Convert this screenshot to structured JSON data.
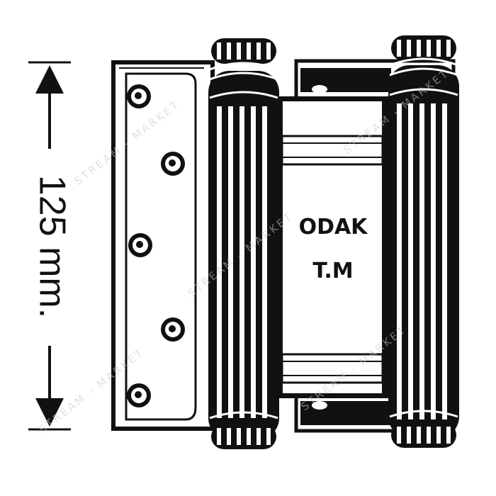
{
  "dimension": {
    "label": "125 mm."
  },
  "plate": {
    "line1": "ODAK",
    "line2": "T.M"
  },
  "watermark": {
    "text": "STREAM - MARKET"
  },
  "colors": {
    "ink": "#111111",
    "paper": "#ffffff",
    "watermark": "#c9c9c9"
  }
}
